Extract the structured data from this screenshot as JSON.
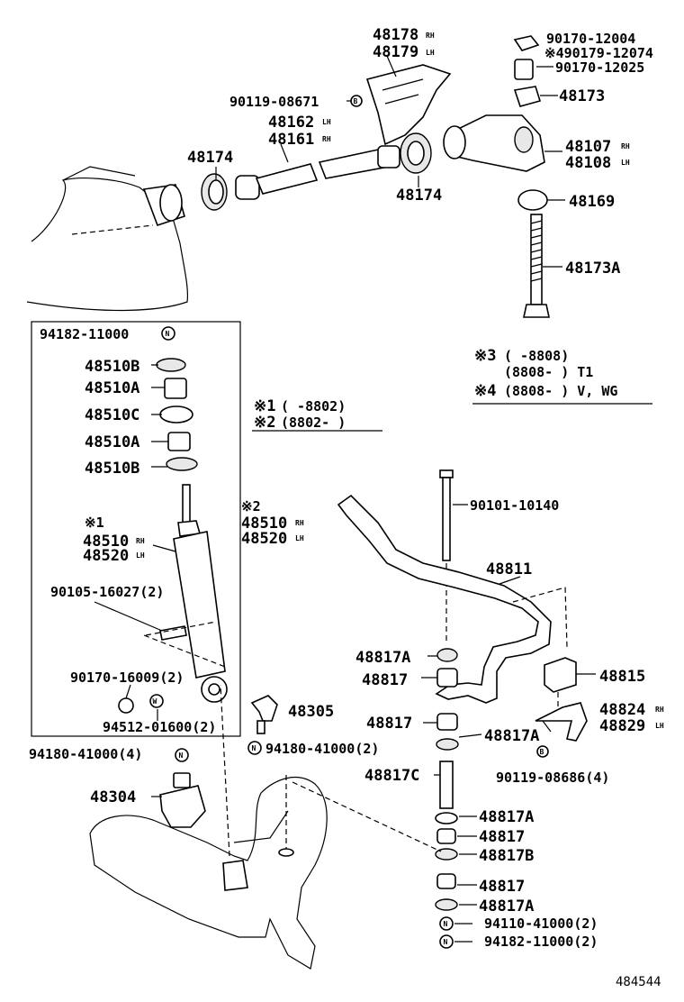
{
  "labels": {
    "p48178": "48178",
    "p48178_side": "RH",
    "p48179": "48179",
    "p48179_side": "LH",
    "p90170_12004": "90170-12004",
    "p90179_12074": "※490179-12074",
    "p90170_12025": "90170-12025",
    "p48173": "48173",
    "p90119_08671": "90119-08671",
    "p48162": "48162",
    "p48162_side": "LH",
    "p48161": "48161",
    "p48161_side": "RH",
    "p48107": "48107",
    "p48107_side": "RH",
    "p48108": "48108",
    "p48108_side": "LH",
    "p48174_a": "48174",
    "p48174_b": "48174",
    "p48169": "48169",
    "p48173A": "48173A",
    "p94182_11000_top": "94182-11000",
    "p48510B_a": "48510B",
    "p48510A_a": "48510A",
    "p48510C": "48510C",
    "p48510A_b": "48510A",
    "p48510B_b": "48510B",
    "p48510_shock": "48510",
    "p48510_shock_side": "RH",
    "p48520_shock": "48520",
    "p48520_shock_side": "LH",
    "p90105_16027": "90105-16027(2)",
    "p90170_16009": "90170-16009(2)",
    "p94512_01600": "94512-01600(2)",
    "p94180_41000_left": "94180-41000(4)",
    "p48304": "48304",
    "p48305": "48305",
    "p94180_41000_mid": "94180-41000(2)",
    "p48510_mid": "48510",
    "p48510_mid_side": "RH",
    "p48520_mid": "48520",
    "p48520_mid_side": "LH",
    "p90101_10140": "90101-10140",
    "p48811": "48811",
    "p48817A_a": "48817A",
    "p48817_a": "48817",
    "p48815": "48815",
    "p48817_b": "48817",
    "p48817A_b": "48817A",
    "p48824": "48824",
    "p48824_side": "RH",
    "p48829": "48829",
    "p48829_side": "LH",
    "p90119_08686": "90119-08686(4)",
    "p48817C": "48817C",
    "p48817A_c": "48817A",
    "p48817_c": "48817",
    "p48817B": "48817B",
    "p48817_d": "48817",
    "p48817A_d": "48817A",
    "p94110_41000": "94110-41000(2)",
    "p94182_11000_bot": "94182-11000(2)"
  },
  "markers": {
    "mark1": "※1",
    "mark2": "※2",
    "mark2_shock": "※2",
    "mark1_shock": "※1"
  },
  "notes": {
    "n1_mark": "※1",
    "n1_text": "(      -8802)",
    "n2_mark": "※2",
    "n2_text": "(8802-      )",
    "n3_mark": "※3",
    "n3_text": "(      -8808)",
    "n3b_text": "(8808-      ) T1",
    "n4_mark": "※4",
    "n4_text": "(8808-      ) V, WG"
  },
  "circle_codes": {
    "b": "B",
    "n": "N",
    "w": "W"
  },
  "figure_number": "484544"
}
